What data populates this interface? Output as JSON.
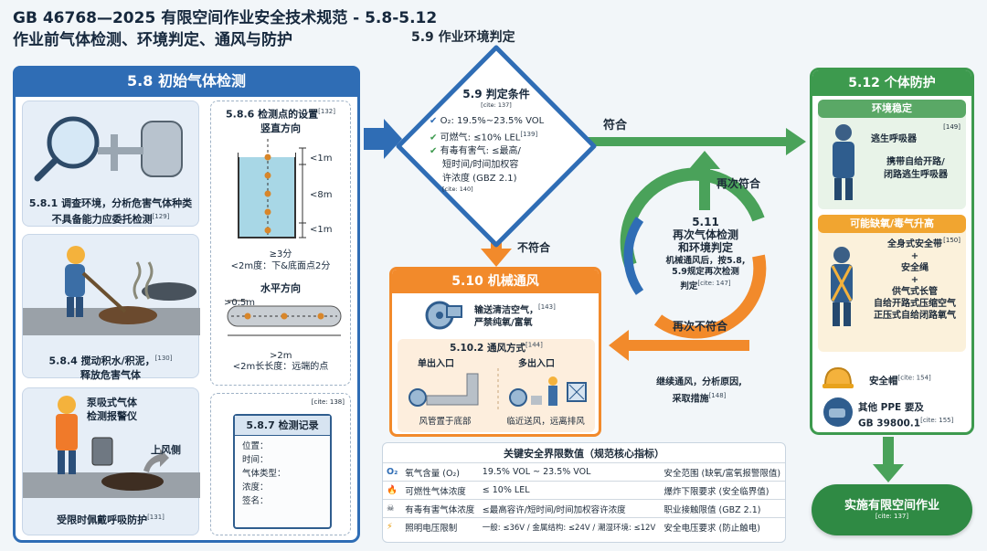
{
  "title": {
    "line1": "GB 46768—2025 有限空间作业安全技术规范 - 5.8-5.12",
    "line2": "作业前气体检测、环境判定、通风与防护"
  },
  "s58": {
    "heading": "5.8 初始气体检测",
    "c1": {
      "line1": "5.8.1 调查环境，分析危害气体种类",
      "line2": "不具备能力应委托检测",
      "cite": "[129]"
    },
    "c2": {
      "line1": "5.8.4 搅动积水/积泥，",
      "cite": "[130]",
      "line2": "释放危害气体"
    },
    "c3": {
      "label1": "泵吸式气体",
      "label2": "检测报警仪",
      "wind": "上风侧",
      "line1": "受限时佩戴呼吸防护",
      "cite": "[131]"
    },
    "c4": {
      "heading": "5.8.6 检测点的设置",
      "cite": "[132]",
      "vertical": "竖直方向",
      "m1": "<1m",
      "m8": "<8m",
      "m1b": "<1m",
      "min3": "≥3分",
      "rule_v": "<2m度：下&底面点2分",
      "horizontal": "水平方向",
      "h05": ">0.5m",
      "h2": ">2m",
      "rule_h": "<2m长长度：远端的点"
    },
    "c5": {
      "cite": "[cite: 138]",
      "heading": "5.8.7 检测记录",
      "fields": [
        "位置：",
        "时间：",
        "气体类型：",
        "浓度：",
        "签名："
      ]
    }
  },
  "s59": {
    "heading": "5.9 作业环境判定",
    "diamond_title": "5.9 判定条件",
    "cite": "[cite: 137]",
    "cond1": "O₂: 19.5%~23.5% VOL",
    "cond2": "可燃气: ≤10% LEL",
    "cond2_cite": "[139]",
    "cond3_l1": "有毒有害气: ≤最高/",
    "cond3_l2": "短时间/时间加权容",
    "cond3_l3": "许浓度 (GBZ 2.1)",
    "cond3_cite": "[cite: 140]",
    "pass": "符合",
    "fail": "不符合"
  },
  "s511": {
    "title_l1": "5.11",
    "title_l2": "再次气体检测",
    "title_l3": "和环境判定",
    "body_l1": "机械通风后，按5.8,",
    "body_l2": "5.9规定再次检测",
    "body_l3": "判定",
    "cite": "[cite: 147]",
    "pass": "再次符合",
    "fail": "再次不符合",
    "fail_l1": "继续通风，分析原因,",
    "fail_l2": "采取措施",
    "fail_cite": "[148]"
  },
  "s510": {
    "heading": "5.10 机械通风",
    "desc_l1": "输送清洁空气，",
    "desc_cite": "[143]",
    "desc_l2": "严禁纯氧/富氧",
    "sub_heading": "5.10.2 通风方式",
    "sub_cite": "[144]",
    "single": "单出入口",
    "multi": "多出入口",
    "single_note": "风管置于底部",
    "multi_note": "临近送风，远离排风"
  },
  "s512": {
    "heading": "5.12 个体防护",
    "stable": "环境稳定",
    "stable_cite": "[149]",
    "escape": "逃生呼吸器",
    "escape2_l1": "携带自给开路/",
    "escape2_l2": "闭路逃生呼吸器",
    "risk": "可能缺氧/毒气升高",
    "risk_cite": "[150]",
    "r1": "全身式安全带",
    "r_plus1": "+",
    "r2": "安全绳",
    "r_plus2": "+",
    "r3": "供气式长管",
    "r4": "自给开路式压缩空气",
    "r5": "正压式自给闭路氧气",
    "helmet": "安全帽",
    "helmet_cite": "[cite: 154]",
    "ppe_l1": "其他 PPE 要及",
    "ppe_l2": "GB 39800.1",
    "ppe_cite": "[cite: 155]",
    "final": "实施有限空间作业",
    "final_cite": "[cite: 137]"
  },
  "limits": {
    "heading": "关键安全界限数值（规范核心指标）",
    "rows": [
      {
        "icon": "O₂",
        "name": "氧气含量 (O₂)",
        "value": "19.5% VOL ~ 23.5% VOL",
        "note": "安全范围 (缺氧/富氧报警限值)"
      },
      {
        "icon": "🔥",
        "name": "可燃性气体浓度",
        "value": "≤ 10% LEL",
        "note": "爆炸下限要求 (安全临界值)"
      },
      {
        "icon": "☠",
        "name": "有毒有害气体浓度",
        "value": "≤最高容许/短时间/时间加权容许浓度",
        "note": "职业接触限值 (GBZ 2.1)"
      },
      {
        "icon": "⚡",
        "name": "照明电压限制",
        "value": "一般: ≤36V / 金属结构: ≤24V / 潮湿环境: ≤12V",
        "note": "安全电压要求 (防止触电)"
      }
    ]
  },
  "colors": {
    "blue": "#2f6db5",
    "green": "#3d9a4e",
    "orange": "#f28a2b"
  }
}
